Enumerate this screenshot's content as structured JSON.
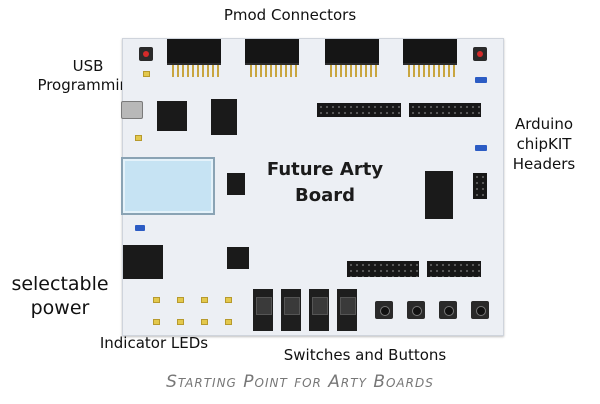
{
  "labels": {
    "pmod_connectors": "Pmod Connectors",
    "usb_programming": "USB\nProgramming",
    "arduino_headers": "Arduino\nchipKIT\nHeaders",
    "selectable_power": "selectable\npower",
    "indicator_leds": "Indicator LEDs",
    "switches_buttons": "Switches and Buttons"
  },
  "board": {
    "title": "Future Arty\nBoard"
  },
  "footer": "Starting Point for Arty Boards",
  "colors": {
    "board": "#eceff4",
    "ethernet": "#c6e3f3",
    "footer": "#777777",
    "jumper": "#2c5cc4",
    "button_cap": "#d42a2a",
    "led": "#e3c84c"
  }
}
